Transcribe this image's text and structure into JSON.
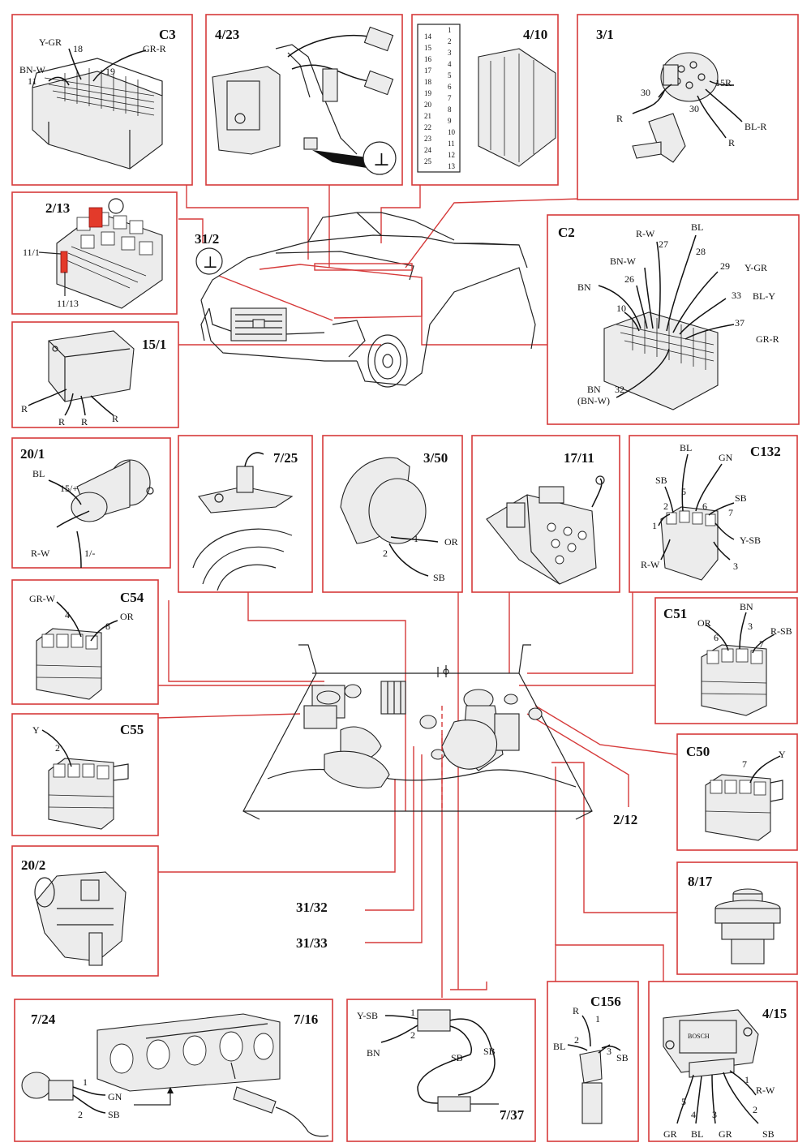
{
  "theme": {
    "accent": "#d63a3a",
    "line": "#222222"
  },
  "panels": {
    "C3": {
      "title": "C3",
      "wires": [
        "Y-GR",
        "18",
        "GR-R",
        "BN-W",
        "11",
        "19"
      ]
    },
    "p4_23": {
      "title": "4/23"
    },
    "p4_10": {
      "title": "4/10",
      "pins_left": [
        "14",
        "15",
        "16",
        "17",
        "18",
        "19",
        "20",
        "21",
        "22",
        "23",
        "24",
        "25"
      ],
      "pins_right": [
        "1",
        "2",
        "3",
        "4",
        "5",
        "6",
        "7",
        "8",
        "9",
        "10",
        "11",
        "12",
        "13"
      ]
    },
    "p3_1": {
      "title": "3/1",
      "wires": [
        "30",
        "15R",
        "R",
        "30",
        "BL-R",
        "R"
      ]
    },
    "p2_13": {
      "title": "2/13",
      "labels": [
        "11/1",
        "11/13"
      ]
    },
    "p31_2": {
      "title": "31/2",
      "symbol": "⊥"
    },
    "C2": {
      "title": "C2",
      "wires": [
        "R-W",
        "BL",
        "27",
        "28",
        "BN-W",
        "29",
        "Y-GR",
        "26",
        "BN",
        "33",
        "BL-Y",
        "10",
        "37",
        "GR-R",
        "BN",
        "(BN-W)",
        "32"
      ]
    },
    "p15_1": {
      "title": "15/1",
      "wires": [
        "R",
        "R",
        "R",
        "R"
      ]
    },
    "p20_1": {
      "title": "20/1",
      "wires": [
        "BL",
        "15/+",
        "R-W",
        "1/-"
      ]
    },
    "p7_25": {
      "title": "7/25"
    },
    "p3_50": {
      "title": "3/50",
      "wires": [
        "1",
        "OR",
        "2",
        "SB"
      ]
    },
    "p17_11": {
      "title": "17/11"
    },
    "C132": {
      "title": "C132",
      "wires": [
        "BL",
        "GN",
        "SB",
        "5",
        "SB",
        "2",
        "6",
        "7",
        "1",
        "Y-SB",
        "R-W",
        "3"
      ]
    },
    "C54": {
      "title": "C54",
      "wires": [
        "GR-W",
        "4",
        "8",
        "OR"
      ]
    },
    "C51": {
      "title": "C51",
      "wires": [
        "BN",
        "OR",
        "3",
        "R-SB",
        "6",
        "7"
      ]
    },
    "C55": {
      "title": "C55",
      "wires": [
        "Y",
        "2"
      ]
    },
    "C50": {
      "title": "C50",
      "wires": [
        "7",
        "Y"
      ]
    },
    "p20_2": {
      "title": "20/2"
    },
    "p8_17": {
      "title": "8/17"
    },
    "p7_24": {
      "title": "7/24",
      "title2": "7/16",
      "wires": [
        "1",
        "GN",
        "2",
        "SB"
      ]
    },
    "p7_37": {
      "title": "7/37",
      "wires": [
        "Y-SB",
        "1",
        "2",
        "BN",
        "SB",
        "SB"
      ]
    },
    "C156": {
      "title": "C156",
      "wires": [
        "R",
        "1",
        "BL",
        "2",
        "3",
        "SB"
      ]
    },
    "p4_15": {
      "title": "4/15",
      "brand": "BOSCH",
      "wires": [
        "1",
        "R-W",
        "5",
        "4",
        "3",
        "2",
        "GR",
        "BL",
        "GR",
        "SB"
      ]
    }
  },
  "callouts": {
    "c2_12": "2/12",
    "c31_32": "31/32",
    "c31_33": "31/33"
  }
}
